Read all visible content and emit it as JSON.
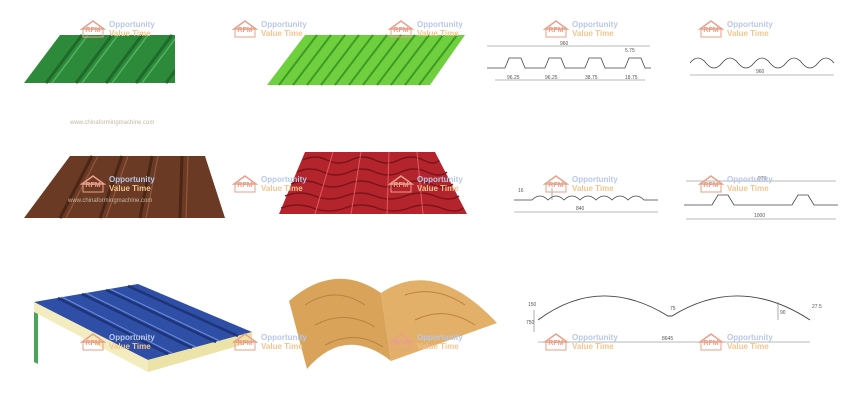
{
  "watermark": {
    "logo": "RFM",
    "line1": "Opportunity",
    "line2": "Value Time"
  },
  "website": "www.chinaformingmachine.com",
  "colors": {
    "green_dark": "#2d8a3a",
    "green_light": "#6fcf3e",
    "brown": "#6b3a24",
    "red": "#b3242c",
    "blue": "#2f4fa6",
    "wood": "#d9a45a"
  },
  "drawings": {
    "d1": {
      "top_dims": [
        "960",
        "5.75"
      ],
      "bottom_dims": [
        "96.25",
        "96.25",
        "38.75",
        "18.75"
      ]
    },
    "d2": {
      "dims": [
        "960"
      ]
    },
    "d3": {
      "width": "840",
      "label": "16"
    },
    "d4": {
      "dims": [
        "970",
        "1000"
      ]
    },
    "d5": {
      "dims": [
        "150",
        "750",
        "75",
        "8645",
        "90",
        "27.5"
      ]
    }
  }
}
